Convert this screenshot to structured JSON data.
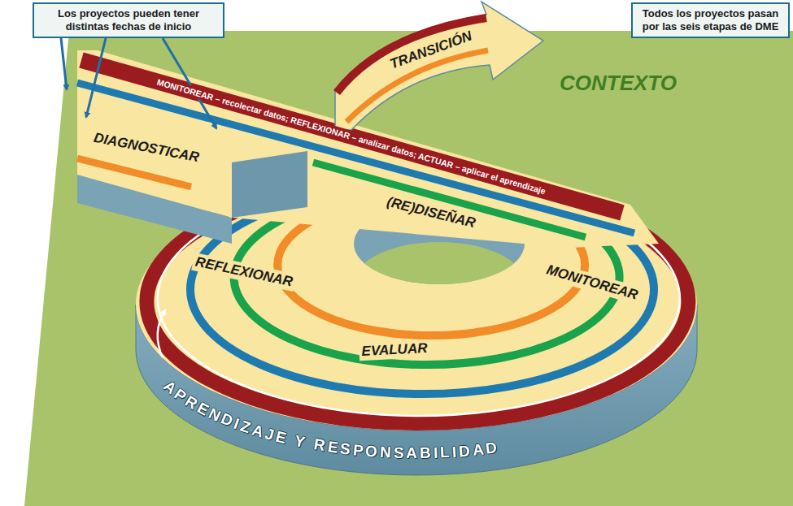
{
  "diagram": {
    "nodes": [
      {
        "text": [
          "Los proyectos pueden tener distintas fechas de inicio"
        ]
      },
      {
        "text": [
          "Todos los proyectos pasan por las seis etapas de DME"
        ]
      }
    ],
    "labels": [
      "TRANSICIÓN",
      "CONTEXTO",
      "MONITOREAR – recolectar datos; REFLEXIONAR – analizar datos; ACTUAR – aplicar el aprendizaje",
      "DIAGNOSTICAR",
      "(RE)DISEÑAR",
      "REFLEXIONAR",
      "MONITOREAR",
      "EVALUAR",
      "APRENDIZAJE Y RESPONSABILIDAD"
    ]
  }
}
